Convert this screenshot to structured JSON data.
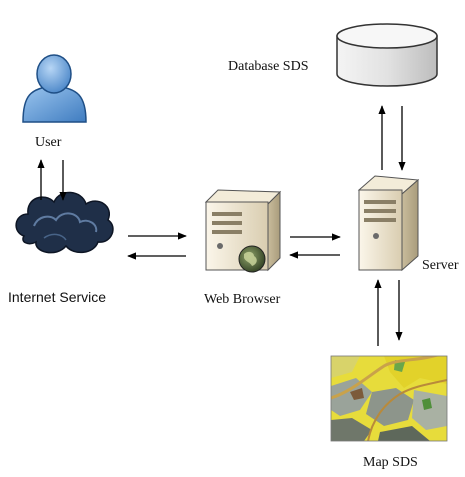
{
  "labels": {
    "database": "Database SDS",
    "user": "User",
    "internet": "Internet Service",
    "browser": "Web Browser",
    "server": "Server",
    "map": "Map SDS"
  },
  "icons": {
    "database": "database-cylinder-icon",
    "user": "user-person-icon",
    "internet": "cloud-icon",
    "browser": "web-browser-computer-icon",
    "server": "server-tower-icon",
    "map": "map-thumbnail-icon"
  },
  "colors": {
    "user_blue": "#4f8fcf",
    "cloud_dark": "#1f2f48",
    "tower_beige": "#ede3cc",
    "database_grey": "#dcdcdc",
    "map_yellow": "#e7dc3b",
    "map_grey": "#9aa39a",
    "arrow": "#000000"
  }
}
